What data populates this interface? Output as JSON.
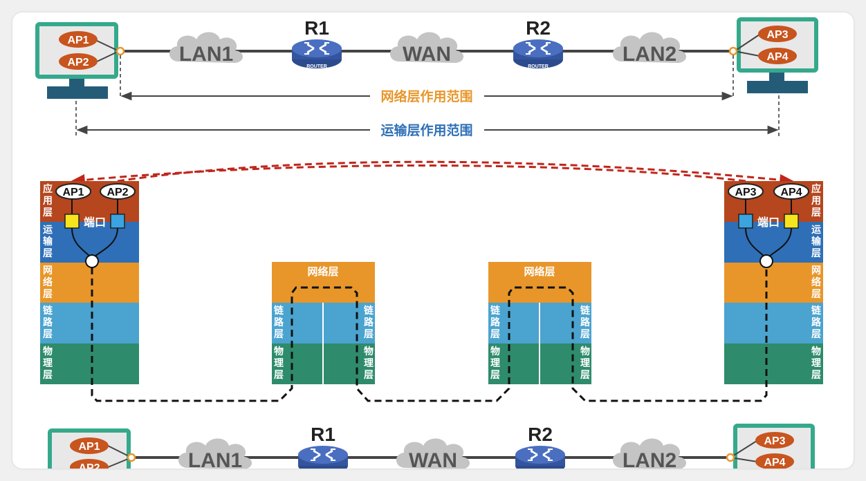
{
  "network": {
    "host_left_apps": [
      "AP1",
      "AP2"
    ],
    "host_right_apps": [
      "AP3",
      "AP4"
    ],
    "clouds": [
      "LAN1",
      "WAN",
      "LAN2"
    ],
    "routers": [
      "R1",
      "R2"
    ],
    "router_caption": "ROUTER",
    "network_scope_label": "网络层作用范围",
    "transport_scope_label": "运输层作用范围"
  },
  "layers": {
    "application": "应用层",
    "transport": "运输层",
    "network": "网络层",
    "link": "链路层",
    "physical": "物理层"
  },
  "stack": {
    "left_apps": [
      "AP1",
      "AP2"
    ],
    "right_apps": [
      "AP3",
      "AP4"
    ],
    "port_label": "端口",
    "router_network_label": "网络层"
  },
  "colors": {
    "application": "#b5461e",
    "transport": "#2e6fb7",
    "network": "#e8962a",
    "link": "#4ba3cf",
    "physical": "#2e8b6b",
    "monitor_frame": "#35a98c",
    "app_bubble": "#c8541e",
    "network_scope_text": "#e8962a",
    "transport_scope_text": "#2e6fb7",
    "logical_arrow": "#c0261b",
    "router_body": "#3d5fae",
    "cloud": "#c4c4c4"
  }
}
